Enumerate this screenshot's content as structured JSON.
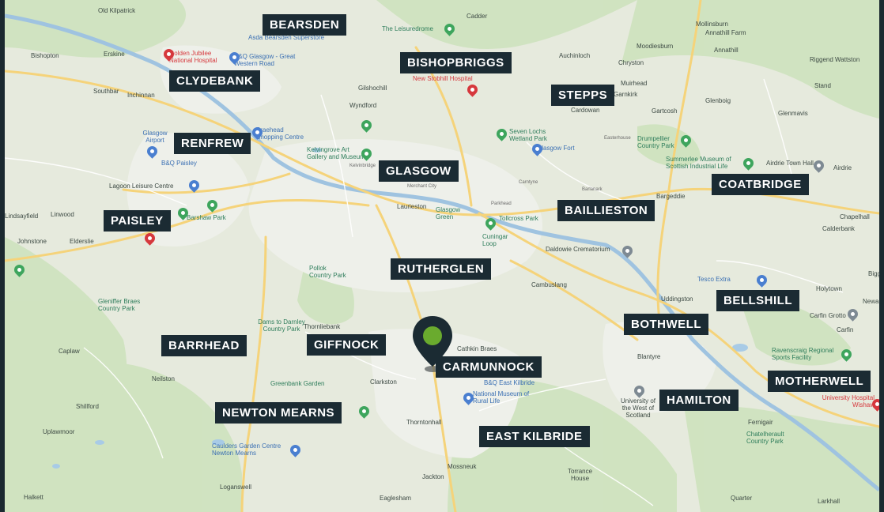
{
  "map": {
    "place_labels": [
      {
        "id": "bearsden",
        "text": "BEARSDEN"
      },
      {
        "id": "bishopbriggs",
        "text": "BISHOPBRIGGS"
      },
      {
        "id": "clydebank",
        "text": "CLYDEBANK"
      },
      {
        "id": "stepps",
        "text": "STEPPS"
      },
      {
        "id": "renfrew",
        "text": "RENFREW"
      },
      {
        "id": "glasgow",
        "text": "GLASGOW"
      },
      {
        "id": "coatbridge",
        "text": "COATBRIDGE"
      },
      {
        "id": "paisley",
        "text": "PAISLEY"
      },
      {
        "id": "baillieston",
        "text": "BAILLIESTON"
      },
      {
        "id": "rutherglen",
        "text": "RUTHERGLEN"
      },
      {
        "id": "bellshill",
        "text": "BELLSHILL"
      },
      {
        "id": "bothwell",
        "text": "BOTHWELL"
      },
      {
        "id": "barrhead",
        "text": "BARRHEAD"
      },
      {
        "id": "giffnock",
        "text": "GIFFNOCK"
      },
      {
        "id": "carmunnock",
        "text": "CARMUNNOCK"
      },
      {
        "id": "motherwell",
        "text": "MOTHERWELL"
      },
      {
        "id": "hamilton",
        "text": "HAMILTON"
      },
      {
        "id": "newton-mearns",
        "text": "NEWTON MEARNS"
      },
      {
        "id": "east-kilbride",
        "text": "EAST KILBRIDE"
      }
    ],
    "base_text": [
      "Old Kilpatrick",
      "Cadder",
      "Mollinsburn",
      "Annathill Farm",
      "Bishopton",
      "Erskine",
      "Golden Jubilee National Hospital",
      "B&Q Glasgow - Great Western Road",
      "Asda Bearsden Superstore",
      "The Leisuredrome",
      "New Stobhill Hospital",
      "Auchinloch",
      "Moodiesburn",
      "Annathill",
      "Chryston",
      "Riggend Wattston",
      "Southbar",
      "Inchinnan",
      "Gilshochill",
      "Wyndford",
      "Muirhead",
      "Garnkirk",
      "Stand",
      "Cardowan",
      "Glenboig",
      "Gartcosh",
      "Glenmavis",
      "Glasgow Airport",
      "B&Q Paisley",
      "Braehead Shopping Centre",
      "Kelvingrove Art Gallery and Museum",
      "Seven Lochs Wetland Park",
      "Glasgow Fort",
      "Drumpellier Country Park",
      "Summerlee Museum of Scottish Industrial Life",
      "Airdrie Town Hall",
      "Airdrie",
      "Lagoon Leisure Centre",
      "Barshaw Park",
      "Linwood",
      "Laurieston",
      "Glasgow Green",
      "Tollcross Park",
      "Bargeddie",
      "Chapelhall",
      "Johnstone",
      "Elderslie",
      "Cuningar Loop",
      "Daldowie Crematorium",
      "Calderbank",
      "Pollok Country Park",
      "Cambuslang",
      "Tesco Extra",
      "Holytown",
      "Uddingston",
      "Newarthill",
      "Gleniffer Braes Country Park",
      "Carfin Grotto",
      "Carfin",
      "Thornliebank",
      "Dams to Darnley Country Park",
      "Caplaw",
      "Cathkin Braes",
      "Blantyre",
      "Ravenscraig Regional Sports Facility",
      "Neilston",
      "Greenbank Garden",
      "Clarkston",
      "B&Q East Kilbride",
      "National Museum of Rural Life",
      "University of the West of Scotland",
      "University Hospital Wishaw",
      "Shillford",
      "Thorntonhall",
      "Fernigair",
      "Chatelherault Country Park",
      "Uplawmoor",
      "Caulders Garden Centre Newton Mearns",
      "Mossneuk",
      "Torrance House",
      "Jackton",
      "Loganswell",
      "Eaglesham",
      "Quarter",
      "Larkhall",
      "Halkett",
      "Biggar",
      "Lindsayfield",
      "Kelvinbridge",
      "Merchant City",
      "Parkhead",
      "Carntyne",
      "Barlanark",
      "Easterhouse"
    ]
  }
}
